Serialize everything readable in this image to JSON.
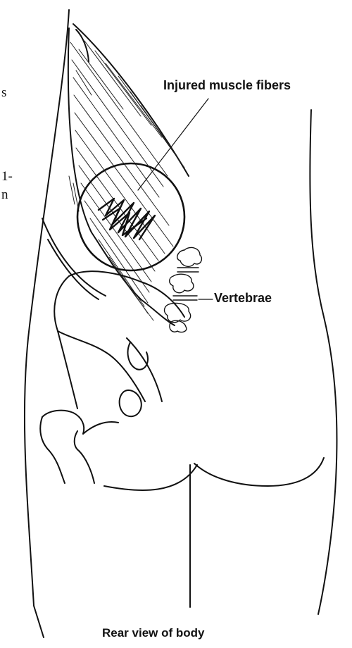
{
  "diagram": {
    "labels": {
      "injured_fibers": "Injured muscle fibers",
      "vertebrae": "Vertebrae",
      "caption": "Rear view of body"
    },
    "margin_fragments": [
      "s",
      "1-",
      "n"
    ]
  }
}
